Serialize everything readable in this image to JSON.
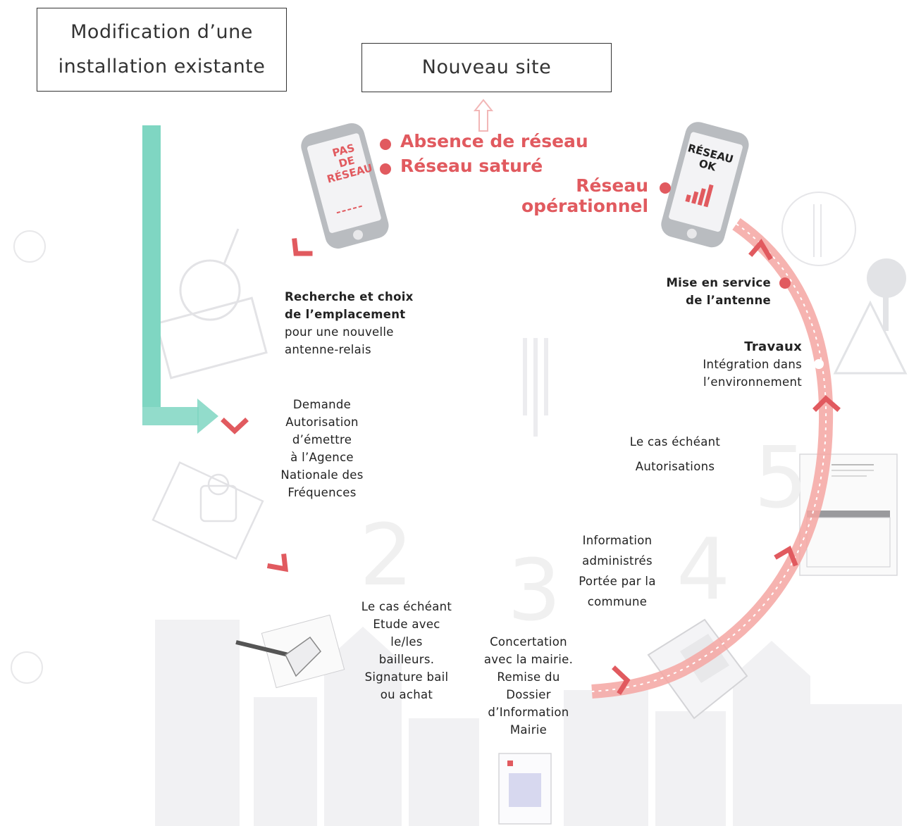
{
  "boxes": {
    "modification": [
      "Modification d’une",
      "installation existante"
    ],
    "nouveau_site": "Nouveau site"
  },
  "phone_left": {
    "text": [
      "PAS",
      "DE",
      "RÉSEAU"
    ]
  },
  "phone_right": {
    "text": [
      "RÉSEAU",
      "OK"
    ]
  },
  "problems": [
    "Absence de réseau",
    "Réseau saturé"
  ],
  "operational": [
    "Réseau",
    "opérationnel"
  ],
  "steps": {
    "recherche": {
      "title": [
        "Recherche et choix",
        "de l’emplacement"
      ],
      "sub": [
        "pour une nouvelle",
        "antenne-relais"
      ]
    },
    "demande": [
      "Demande",
      "Autorisation",
      "d’émettre",
      "à l’Agence",
      "Nationale des",
      "Fréquences"
    ],
    "bail": [
      "Le cas échéant",
      "Etude avec",
      "le/les",
      "bailleurs.",
      "Signature bail",
      "ou achat"
    ],
    "concertation": [
      "Concertation",
      "avec la mairie.",
      "Remise du",
      "Dossier",
      "d’Information",
      "Mairie"
    ],
    "information": [
      "Information",
      "administrés",
      "Portée par la",
      "commune"
    ],
    "autorisations": [
      "Le cas échéant",
      "Autorisations"
    ],
    "travaux": {
      "title": "Travaux",
      "sub": [
        "Intégration dans",
        "l’environnement"
      ]
    },
    "mise_en_service": [
      "Mise en service",
      "de l’antenne"
    ]
  },
  "colors": {
    "accent": "#e15a5f",
    "teal": "#7fd6c2",
    "ring": "#f4a6a2"
  }
}
